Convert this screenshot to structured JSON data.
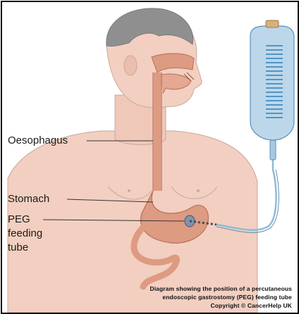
{
  "labels": {
    "oesophagus": "Oesophagus",
    "stomach": "Stomach",
    "peg_line1": "PEG",
    "peg_line2": "feeding",
    "peg_line3": "tube"
  },
  "caption": {
    "line1": "Diagram showing the position of a percutaneous",
    "line2": "endoscopic gastrostomy (PEG) feeding tube",
    "line3": "Copyright © CancerHelp UK"
  },
  "colors": {
    "skin": "#f2cfc1",
    "hair": "#8f8f8f",
    "organ": "#dd9b82",
    "bag": "#bcd7ea",
    "bag_marks": "#2e7fb8",
    "tube": "#8fbad7"
  }
}
